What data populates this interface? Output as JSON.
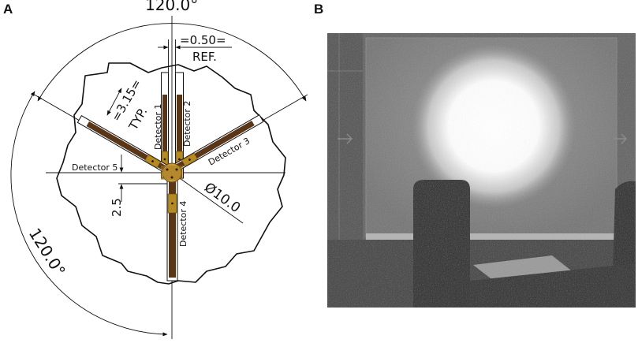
{
  "panels": {
    "a": {
      "letter": "A"
    },
    "b": {
      "letter": "B"
    }
  },
  "drawing": {
    "angle_top": "120.0°",
    "angle_left": "120.0°",
    "gap_width": "=0.50=",
    "gap_ref": "REF.",
    "strip_width": "=3.15=",
    "strip_typ": "TYP.",
    "offset": "2.5",
    "diameter": "Ø10.0",
    "detectors": [
      "Detector 1",
      "Detector 2",
      "Detector 3",
      "Detector 4",
      "Detector 5"
    ]
  },
  "colors": {
    "strip": "#5a3618",
    "pad": "#b58a22",
    "photo_background": "#6a6a6a",
    "beam_spot": "#ffffff"
  }
}
